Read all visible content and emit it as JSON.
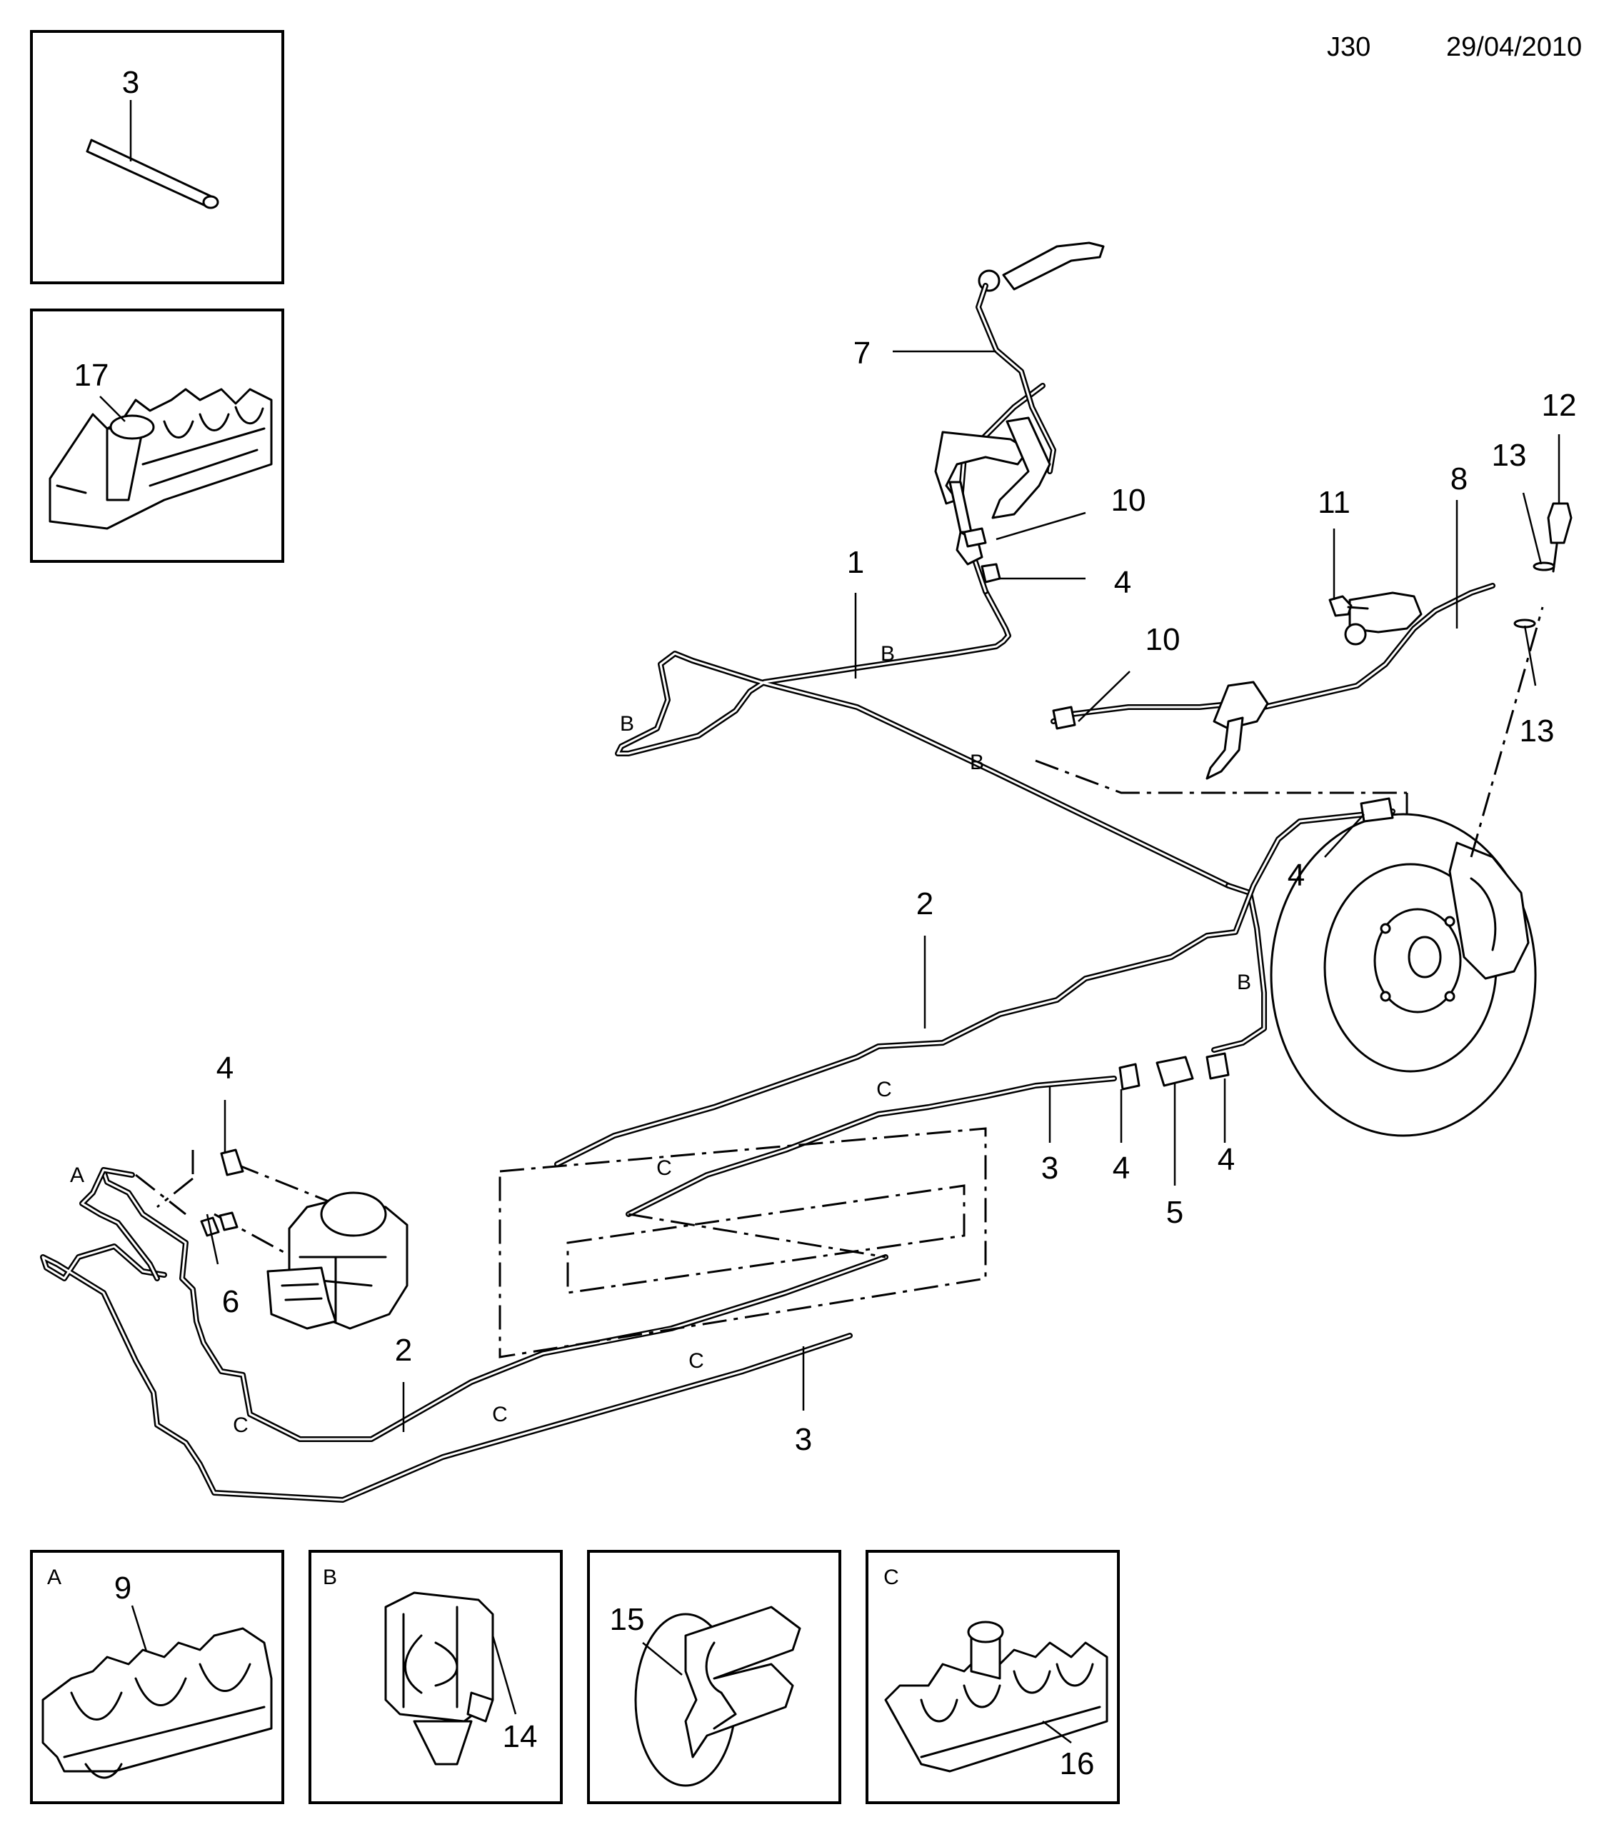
{
  "header": {
    "code": "J30",
    "date": "29/04/2010"
  },
  "insets": {
    "tube": {
      "label": "3"
    },
    "clip17": {
      "label": "17"
    },
    "A": {
      "letter": "A",
      "label": "9"
    },
    "B": {
      "letter": "B",
      "label": "14"
    },
    "C15": {
      "label": "15"
    },
    "C": {
      "letter": "C",
      "label": "16"
    }
  },
  "callouts": {
    "n7": "7",
    "n10a": "10",
    "n4a": "4",
    "n1": "1",
    "n11": "11",
    "n8": "8",
    "n13a": "13",
    "n12": "12",
    "n13b": "13",
    "n10b": "10",
    "n4b": "4",
    "n2a": "2",
    "n4c": "4",
    "n6": "6",
    "n3a": "3",
    "n4d": "4",
    "n5": "5",
    "n4e": "4",
    "n2b": "2",
    "n3b": "3"
  },
  "clip_letters": {
    "b1": "B",
    "b2": "B",
    "b3": "B",
    "b4": "B",
    "c1": "C",
    "c2": "C",
    "c3": "C",
    "c4": "C",
    "c5": "C",
    "a1": "A"
  }
}
